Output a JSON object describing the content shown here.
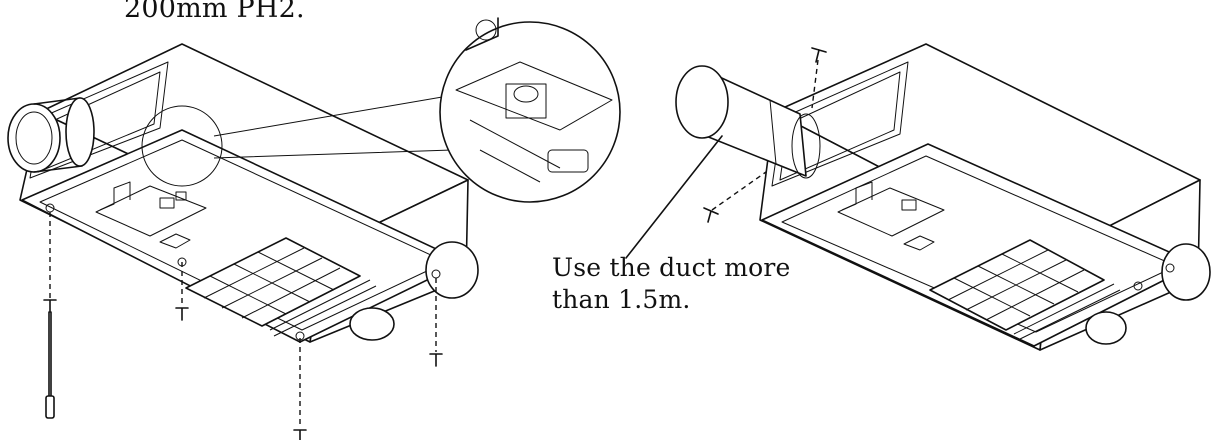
{
  "caption": {
    "top": "200mm PH2.",
    "duct_note_line1": "Use the duct more",
    "duct_note_line2": "than 1.5m."
  },
  "colors": {
    "line": "#111111",
    "background": "#ffffff"
  },
  "icons": [
    "screw-icon",
    "screwdriver-icon",
    "detail-magnifier-icon"
  ]
}
